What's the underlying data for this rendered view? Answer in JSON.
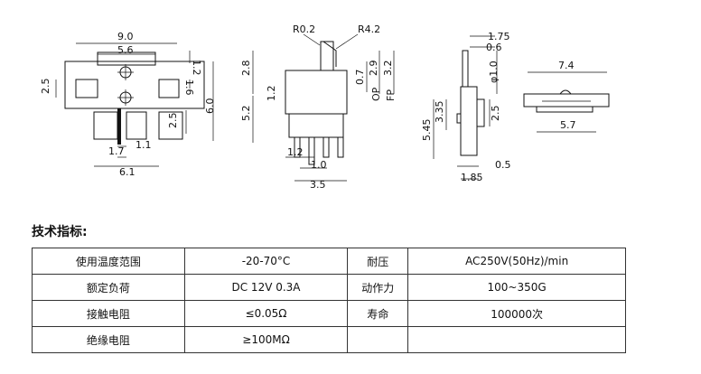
{
  "drawing": {
    "view1_dims": [
      "9.0",
      "5.6",
      "1.2",
      "2.5",
      "1.6",
      "6.0",
      "2.5",
      "1.7",
      "1.1",
      "6.1"
    ],
    "view2_dims": [
      "R0.2",
      "R4.2",
      "2.8",
      "5.2",
      "0.7",
      "2.9",
      "3.2",
      "OP",
      "FP",
      "1.2",
      "1.2",
      "1.0",
      "3.5"
    ],
    "view3_dims": [
      "1.75",
      "0.6",
      "φ1.0",
      "5.45",
      "3.35",
      "2.5",
      "0.5",
      "1.85"
    ],
    "view4_dims": [
      "7.4",
      "5.7"
    ]
  },
  "section_title": "技术指标:",
  "spec_table": [
    [
      "使用温度范围",
      "-20-70°C",
      "耐压",
      "AC250V(50Hz)/min"
    ],
    [
      "额定负荷",
      "DC 12V 0.3A",
      "动作力",
      "100~350G"
    ],
    [
      "接触电阻",
      "≤0.05Ω",
      "寿命",
      "100000次"
    ],
    [
      "绝缘电阻",
      "≥100MΩ",
      "",
      ""
    ]
  ]
}
